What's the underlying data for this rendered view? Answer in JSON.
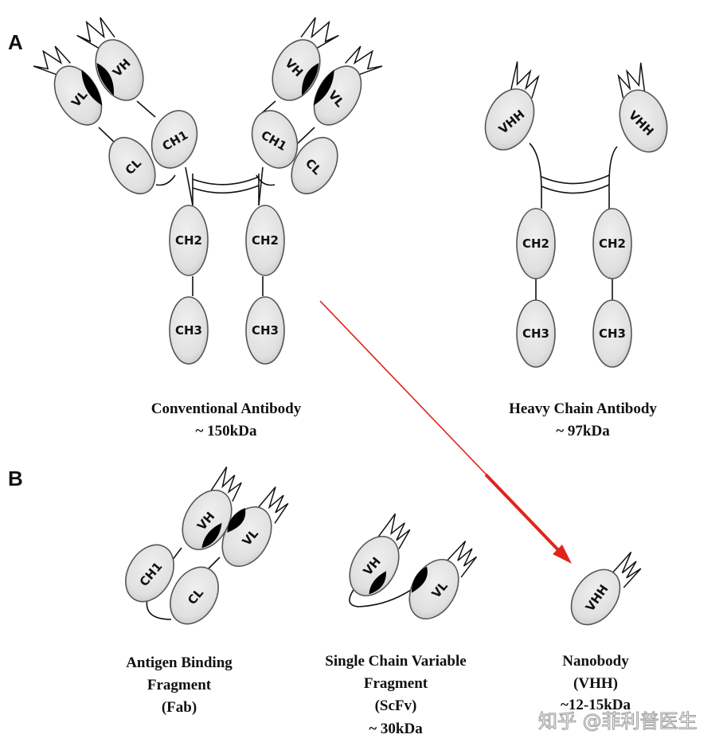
{
  "panels": {
    "a": "A",
    "b": "B"
  },
  "domains": {
    "vl": "VL",
    "vh": "VH",
    "ch1": "CH1",
    "cl": "CL",
    "ch2": "CH2",
    "ch3": "CH3",
    "vhh": "VHH"
  },
  "captions": {
    "conventional": {
      "line1": "Conventional Antibody",
      "line2": "~ 150kDa"
    },
    "heavy_chain": {
      "line1": "Heavy Chain Antibody",
      "line2": "~ 97kDa"
    },
    "fab": {
      "line1": "Antigen Binding",
      "line2": "Fragment",
      "line3": "(Fab)"
    },
    "scfv": {
      "line1": "Single Chain Variable",
      "line2": "Fragment",
      "line3": "(ScFv)",
      "line4": "~ 30kDa"
    },
    "nanobody": {
      "line1": "Nanobody",
      "line2": "(VHH)",
      "line3": "~12-15kDa"
    }
  },
  "watermark": "知乎 @菲利普医生",
  "colors": {
    "arrow": "#e0241b",
    "domain_fill": "#e2e2e2",
    "binding_site": "#000000"
  }
}
